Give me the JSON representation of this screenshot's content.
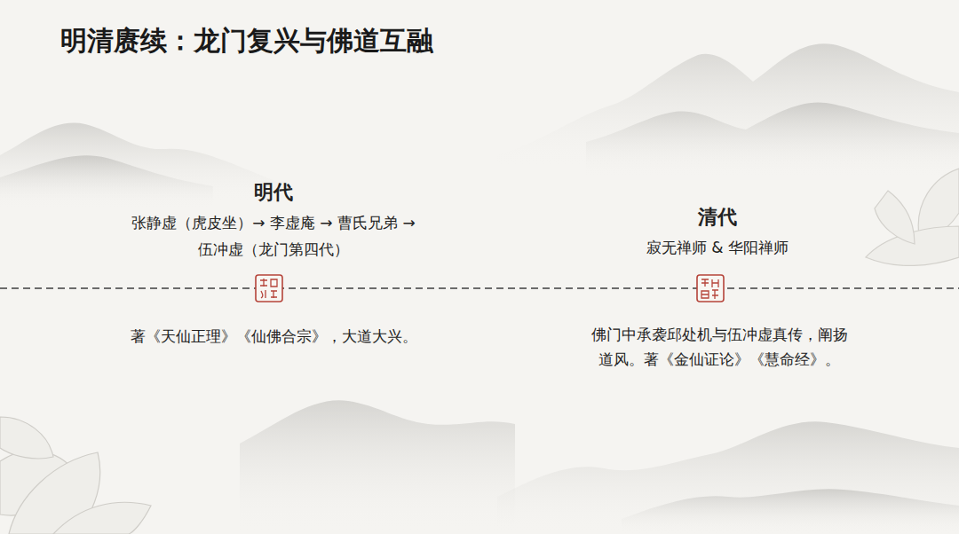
{
  "diagram": {
    "title": "明清赓续：龙门复兴与佛道互融",
    "labels": [
      "明代",
      "张静虚（虎皮坐）→ 李虚庵 → 曹氏兄弟 → 伍冲虚（龙门第四代）",
      "著《天仙正理》《仙佛合宗》，大道大兴。",
      "清代",
      "寂无禅师 & 华阳禅师",
      "佛门中承袭邱处机与伍冲虚真传，阐扬 道风。著《金仙证论》《慧命经》。"
    ]
  }
}
